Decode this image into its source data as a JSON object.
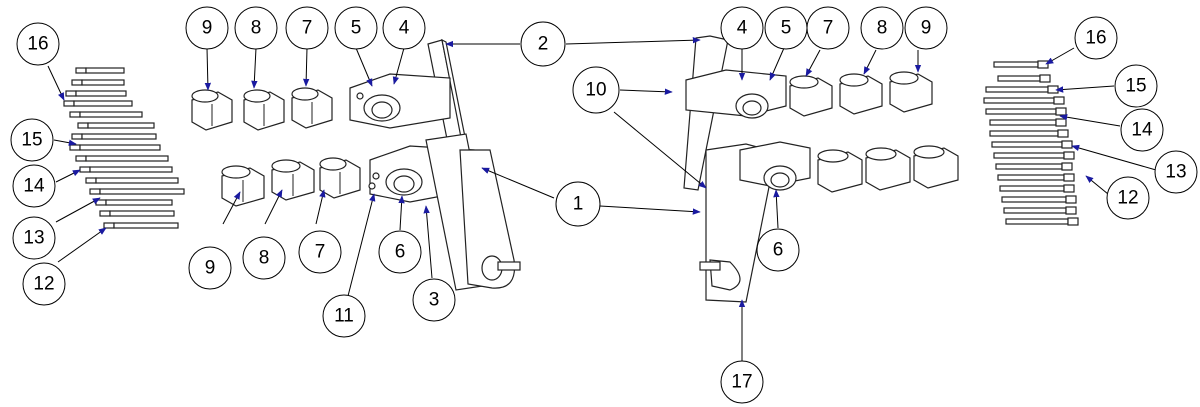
{
  "diagram": {
    "type": "exploded-assembly",
    "line_color": "#000000",
    "arrow_color": "#1a1aa0",
    "balloon_labels": [
      "1",
      "2",
      "3",
      "4",
      "5",
      "6",
      "7",
      "8",
      "9",
      "10",
      "11",
      "12",
      "13",
      "14",
      "15",
      "16",
      "17"
    ],
    "balloons": [
      {
        "label": "16"
      },
      {
        "label": "15"
      },
      {
        "label": "14"
      },
      {
        "label": "13"
      },
      {
        "label": "12"
      },
      {
        "label": "9"
      },
      {
        "label": "8"
      },
      {
        "label": "7"
      },
      {
        "label": "5"
      },
      {
        "label": "4"
      },
      {
        "label": "2"
      },
      {
        "label": "9"
      },
      {
        "label": "8"
      },
      {
        "label": "7"
      },
      {
        "label": "11"
      },
      {
        "label": "6"
      },
      {
        "label": "3"
      },
      {
        "label": "1"
      },
      {
        "label": "10"
      },
      {
        "label": "4"
      },
      {
        "label": "5"
      },
      {
        "label": "7"
      },
      {
        "label": "8"
      },
      {
        "label": "9"
      },
      {
        "label": "6"
      },
      {
        "label": "17"
      },
      {
        "label": "16"
      },
      {
        "label": "15"
      },
      {
        "label": "14"
      },
      {
        "label": "13"
      },
      {
        "label": "12"
      }
    ]
  }
}
